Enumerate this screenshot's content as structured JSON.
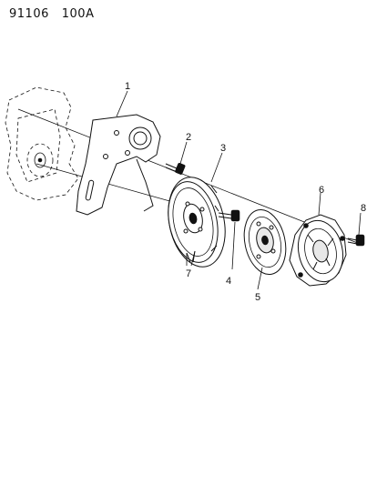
{
  "header": {
    "drawing_id": "91106",
    "revision": "100A"
  },
  "callouts": [
    {
      "id": "c1",
      "text": "1"
    },
    {
      "id": "c2",
      "text": "2"
    },
    {
      "id": "c3",
      "text": "3"
    },
    {
      "id": "c4",
      "text": "4"
    },
    {
      "id": "c5",
      "text": "5"
    },
    {
      "id": "c6",
      "text": "6"
    },
    {
      "id": "c7",
      "text": "7"
    },
    {
      "id": "c8",
      "text": "8"
    }
  ]
}
